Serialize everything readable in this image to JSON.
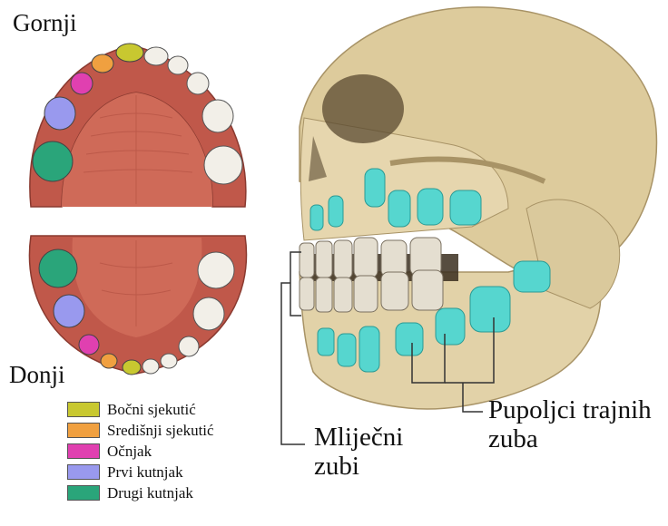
{
  "labels": {
    "upper": "Gornji",
    "lower": "Donji"
  },
  "legend": [
    {
      "label": "Bočni sjekutić",
      "color": "#c8c830"
    },
    {
      "label": "Središnji sjekutić",
      "color": "#f0a040"
    },
    {
      "label": "Očnjak",
      "color": "#e040b0"
    },
    {
      "label": "Prvi kutnjak",
      "color": "#9999ee"
    },
    {
      "label": "Drugi kutnjak",
      "color": "#2aa57a"
    }
  ],
  "callouts": {
    "primary_line1": "Mliječni",
    "primary_line2": "zubi",
    "permanent_line1": "Pupoljci trajnih",
    "permanent_line2": "zuba"
  },
  "colors": {
    "gum": "#c0584a",
    "palate": "#d07060",
    "tooth": "#f2efe8",
    "bone": "#e2d2a8",
    "bud": "#56d6cf"
  }
}
